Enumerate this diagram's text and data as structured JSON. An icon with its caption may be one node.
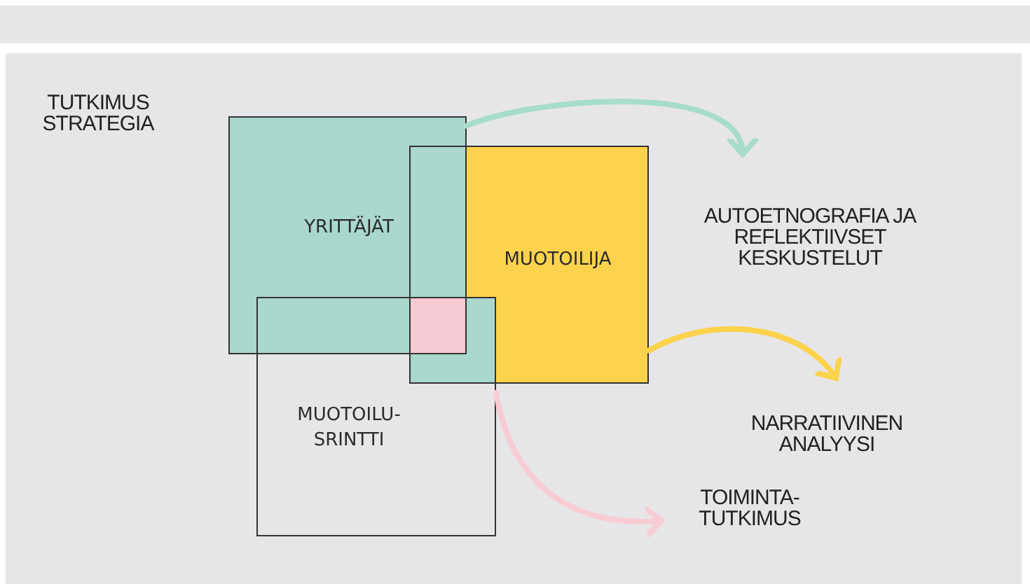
{
  "diagram": {
    "nodes": [
      {
        "text": [
          "YRITTÄJÄT"
        ]
      },
      {
        "text": [
          "MUOTOILIJA"
        ]
      },
      {
        "text": [
          "MUOTOILU- SRINTTI"
        ]
      },
      {
        "text": [],
        "shape": "box"
      },
      {
        "text": [
          "AUTOETNOGRAFIA JA REFLEKTIIVSET KESKUSTELUT"
        ]
      },
      {
        "text": [
          "NARRATIIVINEN ANALYYSI"
        ]
      },
      {
        "text": [
          "TOIMINTA- TUTKIMUS"
        ]
      }
    ],
    "edges": [
      {
        "from": 0,
        "to": 4,
        "arrow": "to",
        "color": "#a8dccd"
      },
      {
        "from": 1,
        "to": 5,
        "arrow": "to",
        "color": "#fdd24c"
      },
      {
        "from": 2,
        "to": 6,
        "arrow": "to",
        "color": "#f8ccd4"
      }
    ],
    "labels": [
      "TUTKIMUS STRATEGIA"
    ]
  }
}
